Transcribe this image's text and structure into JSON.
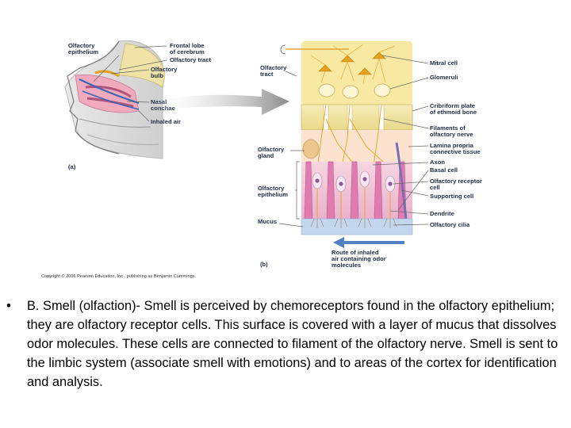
{
  "figure": {
    "panel_a": {
      "label": "(a)",
      "olfactory_epithelium": [
        "Olfactory",
        "epithelium"
      ],
      "frontal_lobe": [
        "Frontal lobe",
        "of cerebrum"
      ],
      "olfactory_tract": "Olfactory tract",
      "olfactory_bulb": [
        "Olfactory",
        "bulb"
      ],
      "nasal_conchae": [
        "Nasal",
        "conchae"
      ],
      "inhaled_air": "Inhaled air"
    },
    "panel_b": {
      "label": "(b)",
      "olfactory_tract": [
        "Olfactory",
        "tract"
      ],
      "mitral_cell": "Mitral cell",
      "glomeruli": "Glomeruli",
      "cribriform_plate": [
        "Cribriform plate",
        "of ethmoid bone"
      ],
      "filaments": [
        "Filaments of",
        "olfactory nerve"
      ],
      "lamina_propria": [
        "Lamina propria",
        "connective tissue"
      ],
      "axon": "Axon",
      "basal_cell": "Basal cell",
      "receptor_cell": [
        "Olfactory receptor",
        "cell"
      ],
      "supporting_cell": "Supporting cell",
      "dendrite": "Dendrite",
      "cilia": "Olfactory cilia",
      "olfactory_gland": [
        "Olfactory",
        "gland"
      ],
      "olfactory_epithelium": [
        "Olfactory",
        "epithelium"
      ],
      "mucus": "Mucus",
      "route": [
        "Route of inhaled",
        "air containing odor",
        "molecules"
      ]
    },
    "copyright": "Copyright © 2006 Pearson Education, Inc., publishing as Benjamin Cummings."
  },
  "bullet": {
    "text": "B. Smell (olfaction)-  Smell is perceived by chemoreceptors found in the olfactory epithelium; they are olfactory receptor cells.  This surface is covered with a layer of mucus that dissolves odor molecules. These cells are connected to filament of the olfactory nerve. Smell is sent to the limbic system (associate smell with emotions) and to areas of the cortex for identification and analysis."
  },
  "colors": {
    "bone": "#f3e6a6",
    "bulb": "#f7e9a2",
    "neuron": "#e5a21c",
    "epithelium": "#f2c2d6",
    "supporting": "#e07bb0",
    "mucus": "#c4d5ee",
    "arrow": "#4f7fc4"
  }
}
